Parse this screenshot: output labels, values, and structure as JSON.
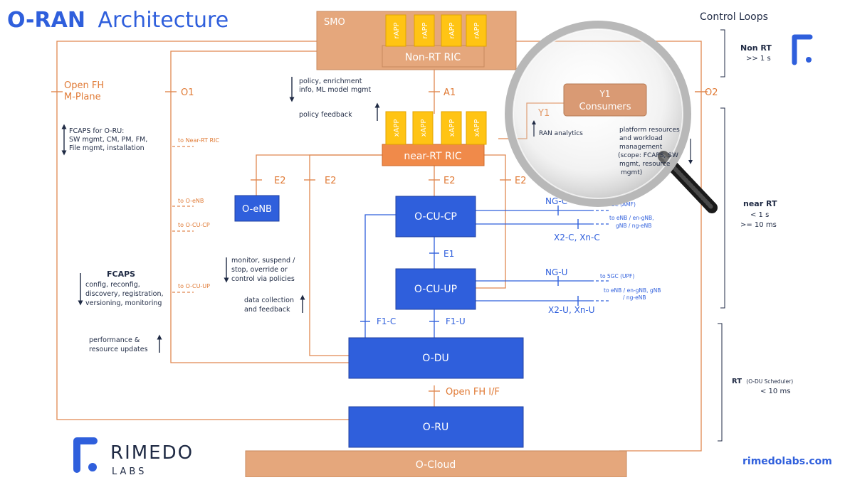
{
  "title": {
    "bold": "O-RAN",
    "rest": "Architecture"
  },
  "brand": {
    "logo_word": "RIMEDO",
    "logo_sub": "LABS",
    "website": "rimedolabs.com"
  },
  "colors": {
    "orange": "#e08850",
    "orange_text": "#e07a35",
    "blue": "#2f5fdc",
    "dark": "#1f2a44",
    "salmon": "#e5a77c",
    "app_yellow": "#ffc414"
  },
  "boxes": {
    "smo": "SMO",
    "non_rt_ric": "Non-RT RIC",
    "near_rt_ric": "near-RT RIC",
    "o_enb": "O-eNB",
    "o_cu_cp": "O-CU-CP",
    "o_cu_up": "O-CU-UP",
    "o_du": "O-DU",
    "o_ru": "O-RU",
    "o_cloud": "O-Cloud",
    "y1_consumers": [
      "Y1",
      "Consumers"
    ]
  },
  "rapps": [
    "rAPP",
    "rAPP",
    "rAPP",
    "rAPP"
  ],
  "xapps": [
    "xAPP",
    "xAPP",
    "xAPP",
    "xAPP"
  ],
  "interfaces": {
    "o1": "O1",
    "a1": "A1",
    "o2": "O2",
    "y1": "Y1",
    "e2_enb": "E2",
    "e2_left": "E2",
    "e2_center": "E2",
    "e2_right": "E2",
    "e1": "E1",
    "f1c": "F1-C",
    "f1u": "F1-U",
    "open_fh_if": "Open FH I/F",
    "open_fh_mplane": [
      "Open FH",
      "M-Plane"
    ],
    "ngc": "NG-C",
    "ngu": "NG-U",
    "x2c": "X2-C, Xn-C",
    "x2u": "X2-U, Xn-U"
  },
  "annotations": {
    "policy": [
      "policy, enrichment",
      "info, ML model mgmt"
    ],
    "policy_feedback": "policy feedback",
    "fcaps_oru": [
      "FCAPS for O-RU:",
      "SW mgmt, CM, PM, FM,",
      "File mgmt, installation"
    ],
    "fcaps_title": "FCAPS",
    "fcaps_lines": [
      "config, reconfig,",
      "discovery, registration,",
      "versioning, monitoring"
    ],
    "perf": [
      "performance &",
      "resource updates"
    ],
    "monitor": [
      "monitor, suspend /",
      "stop, override or",
      "control via policies"
    ],
    "data_collection": [
      "data collection",
      "and feedback"
    ],
    "ran_analytics": "RAN analytics",
    "platform": [
      "platform resources",
      "and workload",
      "management",
      "(scope: FCAPS, SW",
      "mgmt, resource",
      "mgmt)"
    ],
    "to_near_rt_ric": "to Near-RT RIC",
    "to_o_enb": "to O-eNB",
    "to_o_cu_cp": "to O-CU-CP",
    "to_o_cu_up": "to O-CU-UP",
    "to_5gc_amf": "to 5GC (AMF)",
    "to_5gc_upf": "to 5GC (UPF)",
    "to_enb_c": [
      "to eNB / en-gNB,",
      "gNB / ng-eNB"
    ],
    "to_enb_u": [
      "to eNB / en-gNB, gNB",
      "/ ng-eNB"
    ]
  },
  "control_loops": {
    "title": "Control Loops",
    "non_rt": {
      "label": "Non RT",
      "value": ">> 1 s"
    },
    "near_rt": {
      "label": "near RT",
      "lines": [
        "< 1 s",
        ">= 10 ms"
      ]
    },
    "rt": {
      "label": "RT",
      "sub": "(O-DU Scheduler)",
      "value": "< 10 ms"
    }
  }
}
